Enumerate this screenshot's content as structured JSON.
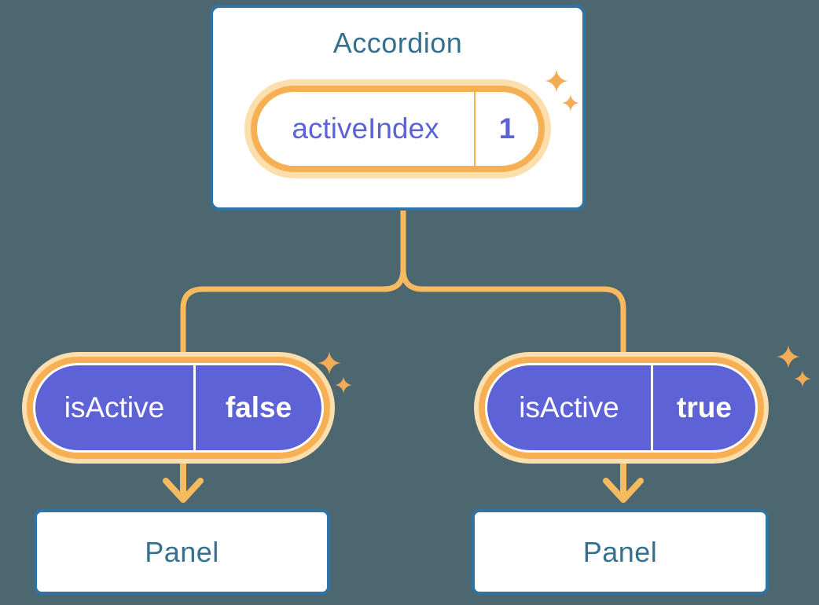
{
  "diagram": {
    "description": "Component tree: Accordion holding state, passing props to two Panels",
    "root": {
      "title": "Accordion",
      "state_pill": {
        "label": "activeIndex",
        "value": "1"
      }
    },
    "children": [
      {
        "prop_pill": {
          "label": "isActive",
          "value": "false"
        },
        "panel": {
          "title": "Panel"
        }
      },
      {
        "prop_pill": {
          "label": "isActive",
          "value": "true"
        },
        "panel": {
          "title": "Panel"
        }
      }
    ],
    "colors": {
      "background": "#4C6770",
      "card_border_blue": "#2F74A3",
      "text_blue": "#35708E",
      "pill_purple": "#5D63D6",
      "connector_orange": "#F8BA5F",
      "ring_orange": "#F6AF52",
      "ring_pale": "#FCDFAC",
      "sparkle_orange": "#F3AC55"
    }
  }
}
